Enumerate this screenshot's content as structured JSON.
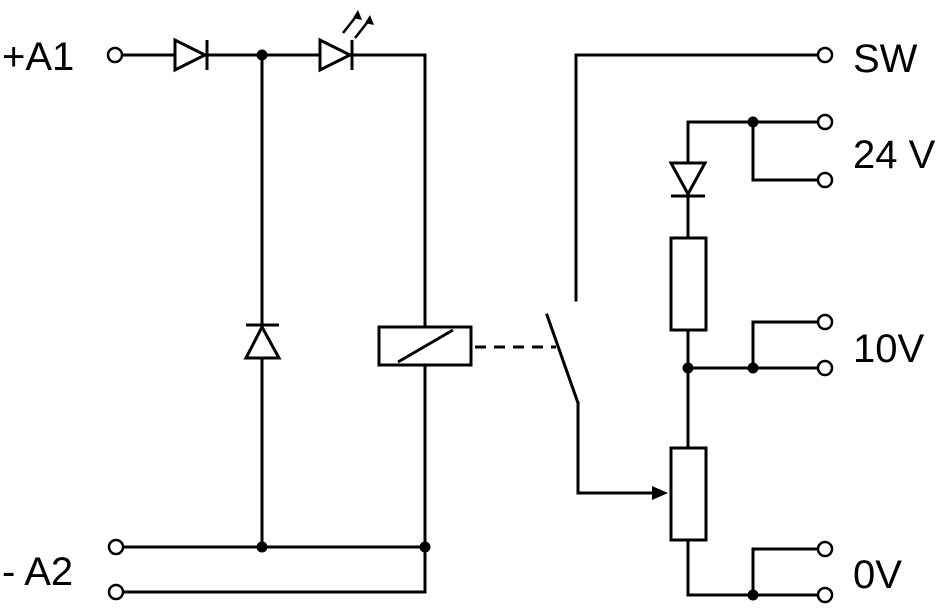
{
  "labels": {
    "a1": "+A1",
    "a2": "- A2",
    "sw": "SW",
    "v24": "24 V",
    "v10": "10V",
    "v0": "0V"
  },
  "colors": {
    "line": "#000000",
    "background": "#ffffff"
  }
}
